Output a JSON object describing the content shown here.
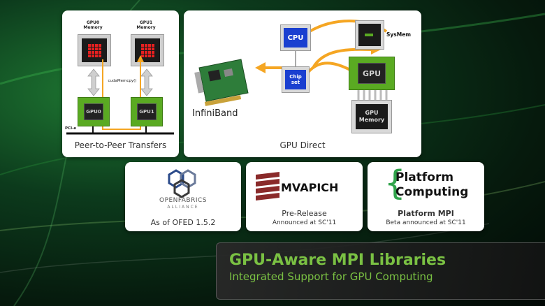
{
  "panels": {
    "peer_to_peer": {
      "caption": "Peer-to-Peer Transfers",
      "gpu0_memory": "GPU0\nMemory",
      "gpu1_memory": "GPU1\nMemory",
      "gpu0": "GPU0",
      "gpu1": "GPU1",
      "transfer_label": "cudaMemcpy()",
      "bus_label": "PCI-e"
    },
    "gpu_direct": {
      "caption": "GPU Direct",
      "cpu": "CPU",
      "chipset": "Chip\nset",
      "sysmem": "SysMem",
      "gpu": "GPU",
      "gpu_memory": "GPU\nMemory",
      "infiniband": "InfiniBand"
    },
    "ofed": {
      "logo_line1": "OPENFABRICS",
      "logo_line2": "ALLIANCE",
      "caption": "As of OFED 1.5.2"
    },
    "mvapich": {
      "logo": "MVAPICH",
      "caption_line1": "Pre-Release",
      "caption_line2": "Announced at SC'11"
    },
    "platform": {
      "logo_line1": "Platform",
      "logo_line2": "Computing",
      "caption_line1": "Platform MPI",
      "caption_line2": "Beta announced at SC'11"
    }
  },
  "title_band": {
    "title": "GPU-Aware MPI Libraries",
    "subtitle": "Integrated Support for GPU Computing"
  },
  "colors": {
    "accent_green": "#7ac143",
    "gpu_green": "#5aaa22",
    "arrow_orange": "#f5a623",
    "cpu_blue": "#1a3fd0",
    "memory_red": "#e52020"
  }
}
